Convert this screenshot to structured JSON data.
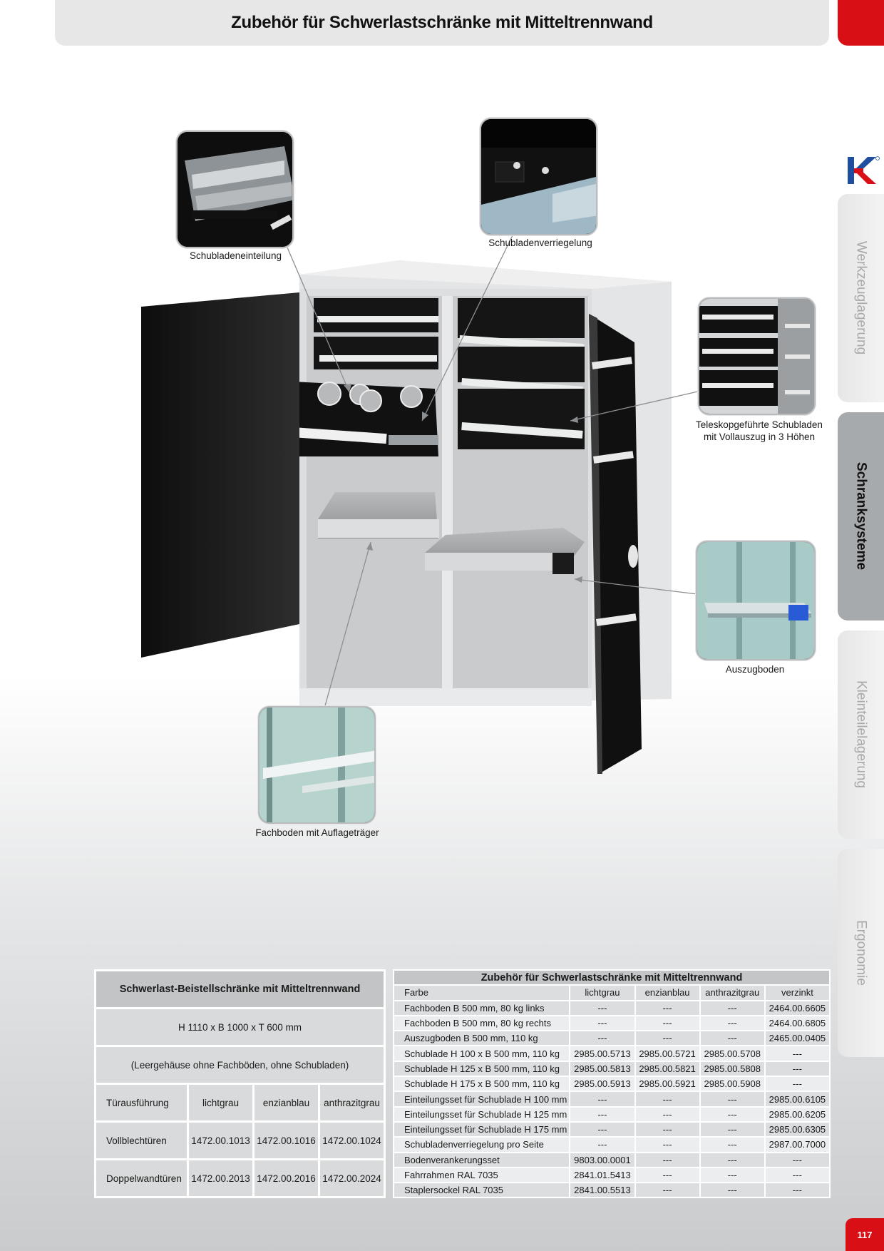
{
  "header": {
    "title": "Zubehör für Schwerlastschränke mit Mitteltrennwand"
  },
  "side_tabs": [
    "Werkzeuglagerung",
    "Schranksysteme",
    "Kleinteilelagerung",
    "Ergonomie"
  ],
  "active_tab": "Schranksysteme",
  "page_number": "117",
  "colors": {
    "accent_red": "#d90f16",
    "logo_blue": "#1f4e9e",
    "tab_grey": "#a7aaad"
  },
  "captions": {
    "schubladeneinteilung": "Schubladeneinteilung",
    "schubladenverriegelung": "Schubladenverriegelung",
    "teleskop_line1": "Teleskopgeführte Schubladen",
    "teleskop_line2": "mit Vollauszug in 3 Höhen",
    "auszugboden": "Auszugboden",
    "fachboden": "Fachboden mit Auflageträger"
  },
  "left_table": {
    "title": "Schwerlast-Beistellschränke mit Mitteltrennwand",
    "dimensions": "H 1110 x B 1000 x T 600 mm",
    "note": "(Leergehäuse ohne Fachböden, ohne Schubladen)",
    "columns": [
      "Türausführung",
      "lichtgrau",
      "enzianblau",
      "anthrazitgrau"
    ],
    "rows": [
      [
        "Vollblechtüren",
        "1472.00.1013",
        "1472.00.1016",
        "1472.00.1024"
      ],
      [
        "Doppelwandtüren",
        "1472.00.2013",
        "1472.00.2016",
        "1472.00.2024"
      ]
    ]
  },
  "right_table": {
    "title": "Zubehör für Schwerlastschränke mit Mitteltrennwand",
    "columns": [
      "Farbe",
      "lichtgrau",
      "enzianblau",
      "anthrazitgrau",
      "verzinkt"
    ],
    "rows": [
      [
        "Fachboden B 500 mm, 80 kg links",
        "---",
        "---",
        "---",
        "2464.00.6605"
      ],
      [
        "Fachboden B 500 mm, 80 kg rechts",
        "---",
        "---",
        "---",
        "2464.00.6805"
      ],
      [
        "Auszugboden B 500 mm, 110 kg",
        "---",
        "---",
        "---",
        "2465.00.0405"
      ],
      [
        "Schublade H 100 x B 500 mm, 110 kg",
        "2985.00.5713",
        "2985.00.5721",
        "2985.00.5708",
        "---"
      ],
      [
        "Schublade H 125 x B 500 mm, 110 kg",
        "2985.00.5813",
        "2985.00.5821",
        "2985.00.5808",
        "---"
      ],
      [
        "Schublade H 175 x B 500 mm, 110 kg",
        "2985.00.5913",
        "2985.00.5921",
        "2985.00.5908",
        "---"
      ],
      [
        "Einteilungsset für Schublade H 100 mm",
        "---",
        "---",
        "---",
        "2985.00.6105"
      ],
      [
        "Einteilungsset für Schublade H 125 mm",
        "---",
        "---",
        "---",
        "2985.00.6205"
      ],
      [
        "Einteilungsset für Schublade H 175 mm",
        "---",
        "---",
        "---",
        "2985.00.6305"
      ],
      [
        "Schubladenverriegelung pro Seite",
        "---",
        "---",
        "---",
        "2987.00.7000"
      ],
      [
        "Bodenverankerungsset",
        "9803.00.0001",
        "---",
        "---",
        "---"
      ],
      [
        "Fahrrahmen RAL 7035",
        "2841.01.5413",
        "---",
        "---",
        "---"
      ],
      [
        "Staplersockel RAL 7035",
        "2841.00.5513",
        "---",
        "---",
        "---"
      ]
    ]
  }
}
